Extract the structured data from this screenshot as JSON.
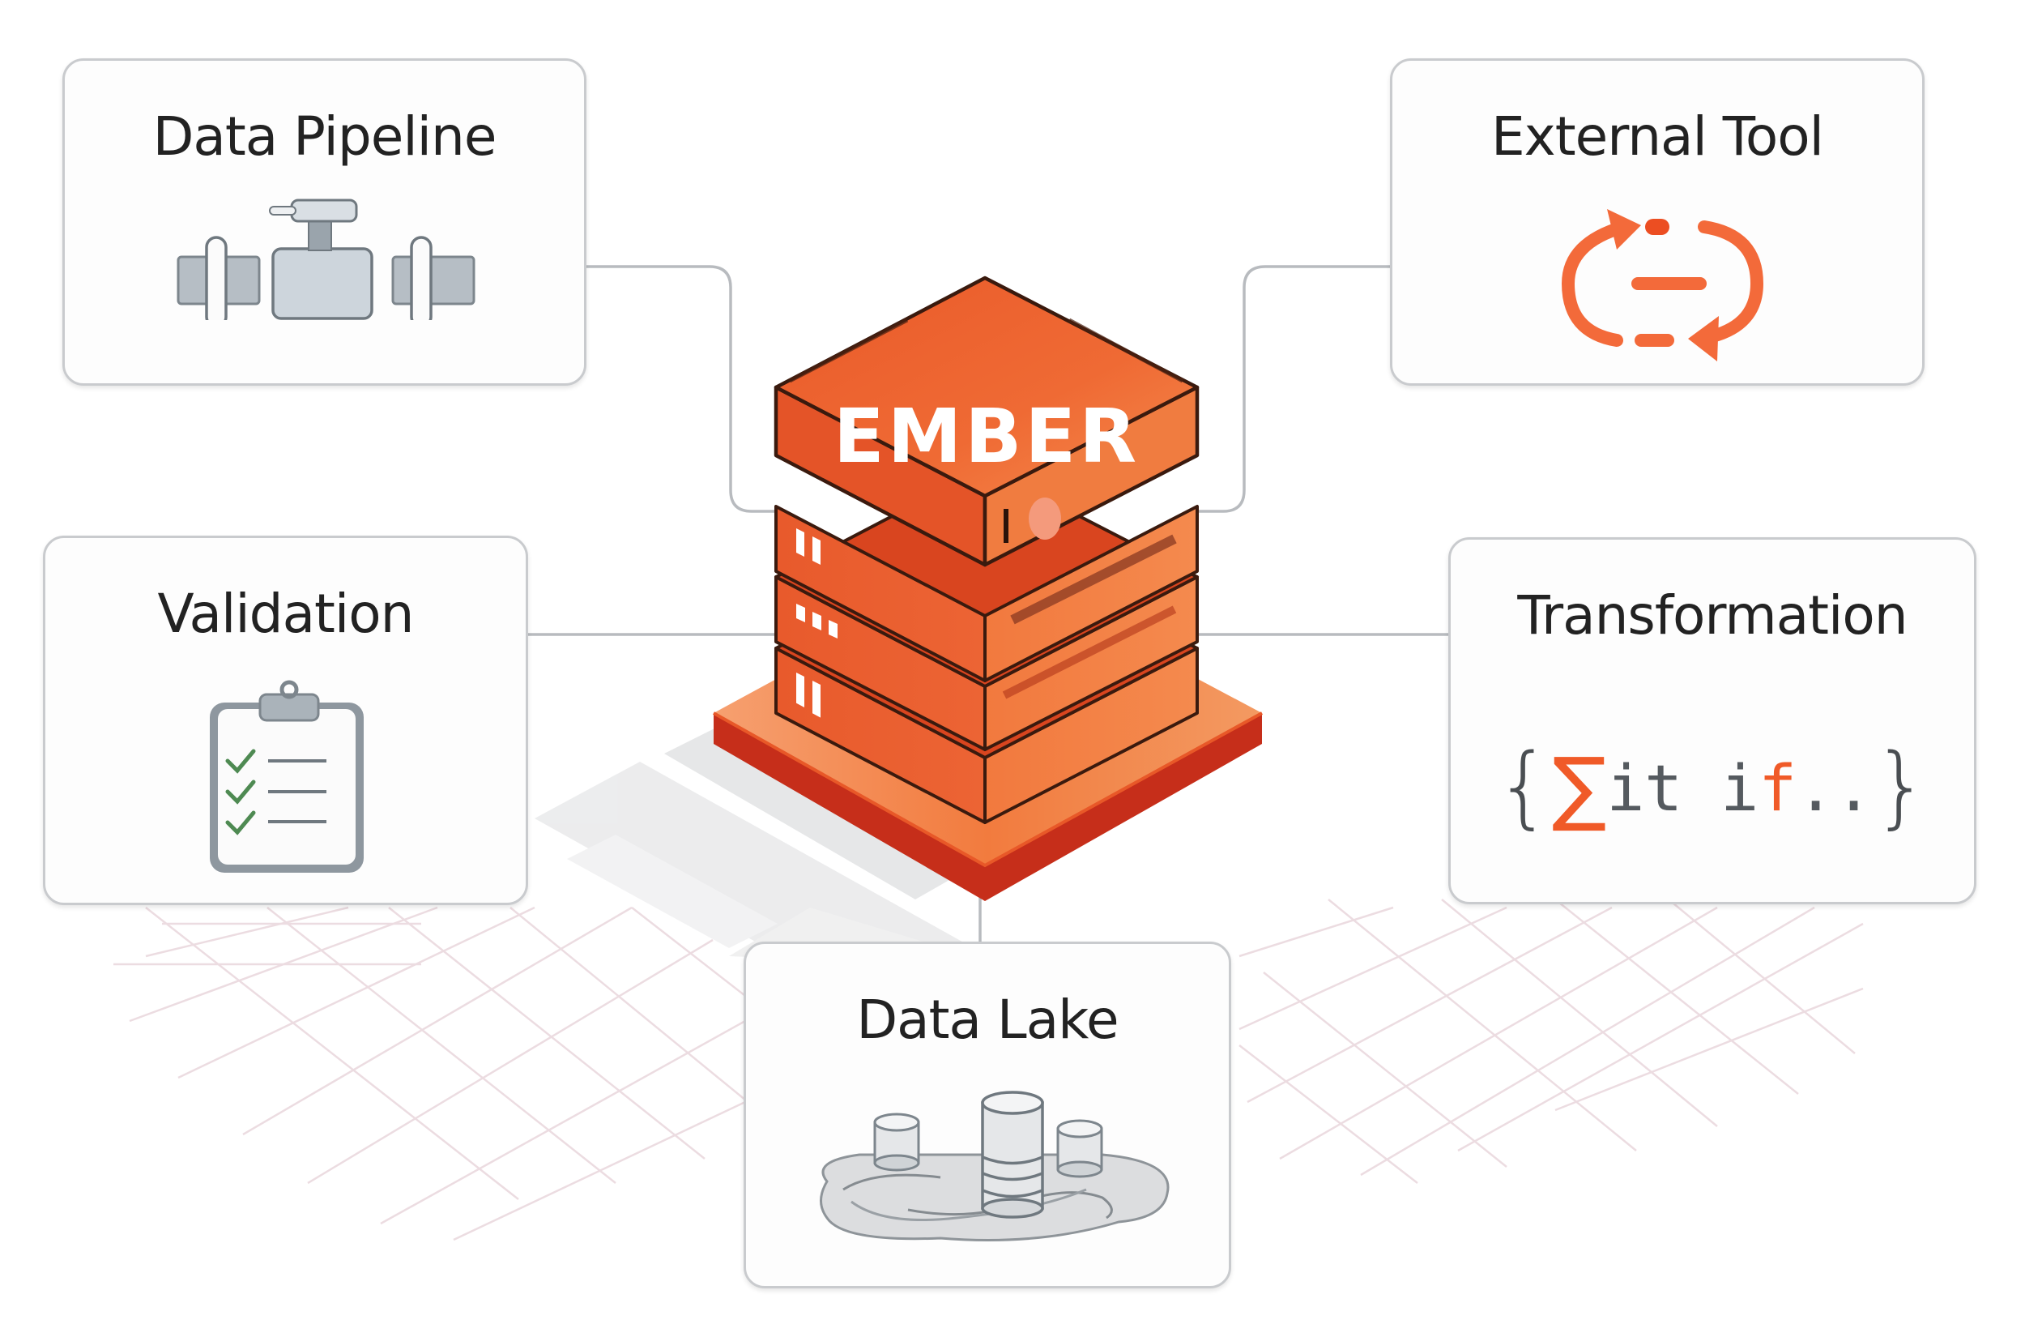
{
  "diagram": {
    "hub": {
      "label": "EMBER",
      "icon": "server-stack-icon",
      "colors": {
        "top": "#ee6432",
        "side_light": "#f48447",
        "side_dark": "#e0552a",
        "base": "#f07a3e",
        "base_edge": "#c8301a",
        "outline": "#3a1a0e",
        "text": "#ffffff"
      }
    },
    "nodes": [
      {
        "id": "pipeline",
        "title": "Data Pipeline",
        "icon": "pipe-valve-icon"
      },
      {
        "id": "external",
        "title": "External Tool",
        "icon": "sync-arrows-icon"
      },
      {
        "id": "validation",
        "title": "Validation",
        "icon": "clipboard-checklist-icon"
      },
      {
        "id": "transform",
        "title": "Transformation",
        "icon": "code-braces-icon",
        "snippet": {
          "open": "{",
          "sigma": "∑",
          "part1": "it i",
          "part2": "f",
          "part3": "..",
          "close": "}"
        }
      },
      {
        "id": "lake",
        "title": "Data Lake",
        "icon": "database-lake-icon"
      }
    ],
    "connections": [
      {
        "from": "pipeline",
        "to": "hub"
      },
      {
        "from": "external",
        "to": "hub"
      },
      {
        "from": "validation",
        "to": "hub"
      },
      {
        "from": "transform",
        "to": "hub"
      },
      {
        "from": "hub",
        "to": "lake"
      }
    ],
    "colors": {
      "accent": "#f05a28",
      "card_border": "#c9cbce",
      "connector": "#b8bbbf",
      "icon_gray": "#8e979f",
      "check_green": "#4e8a52",
      "grid": "#ead9de"
    }
  }
}
